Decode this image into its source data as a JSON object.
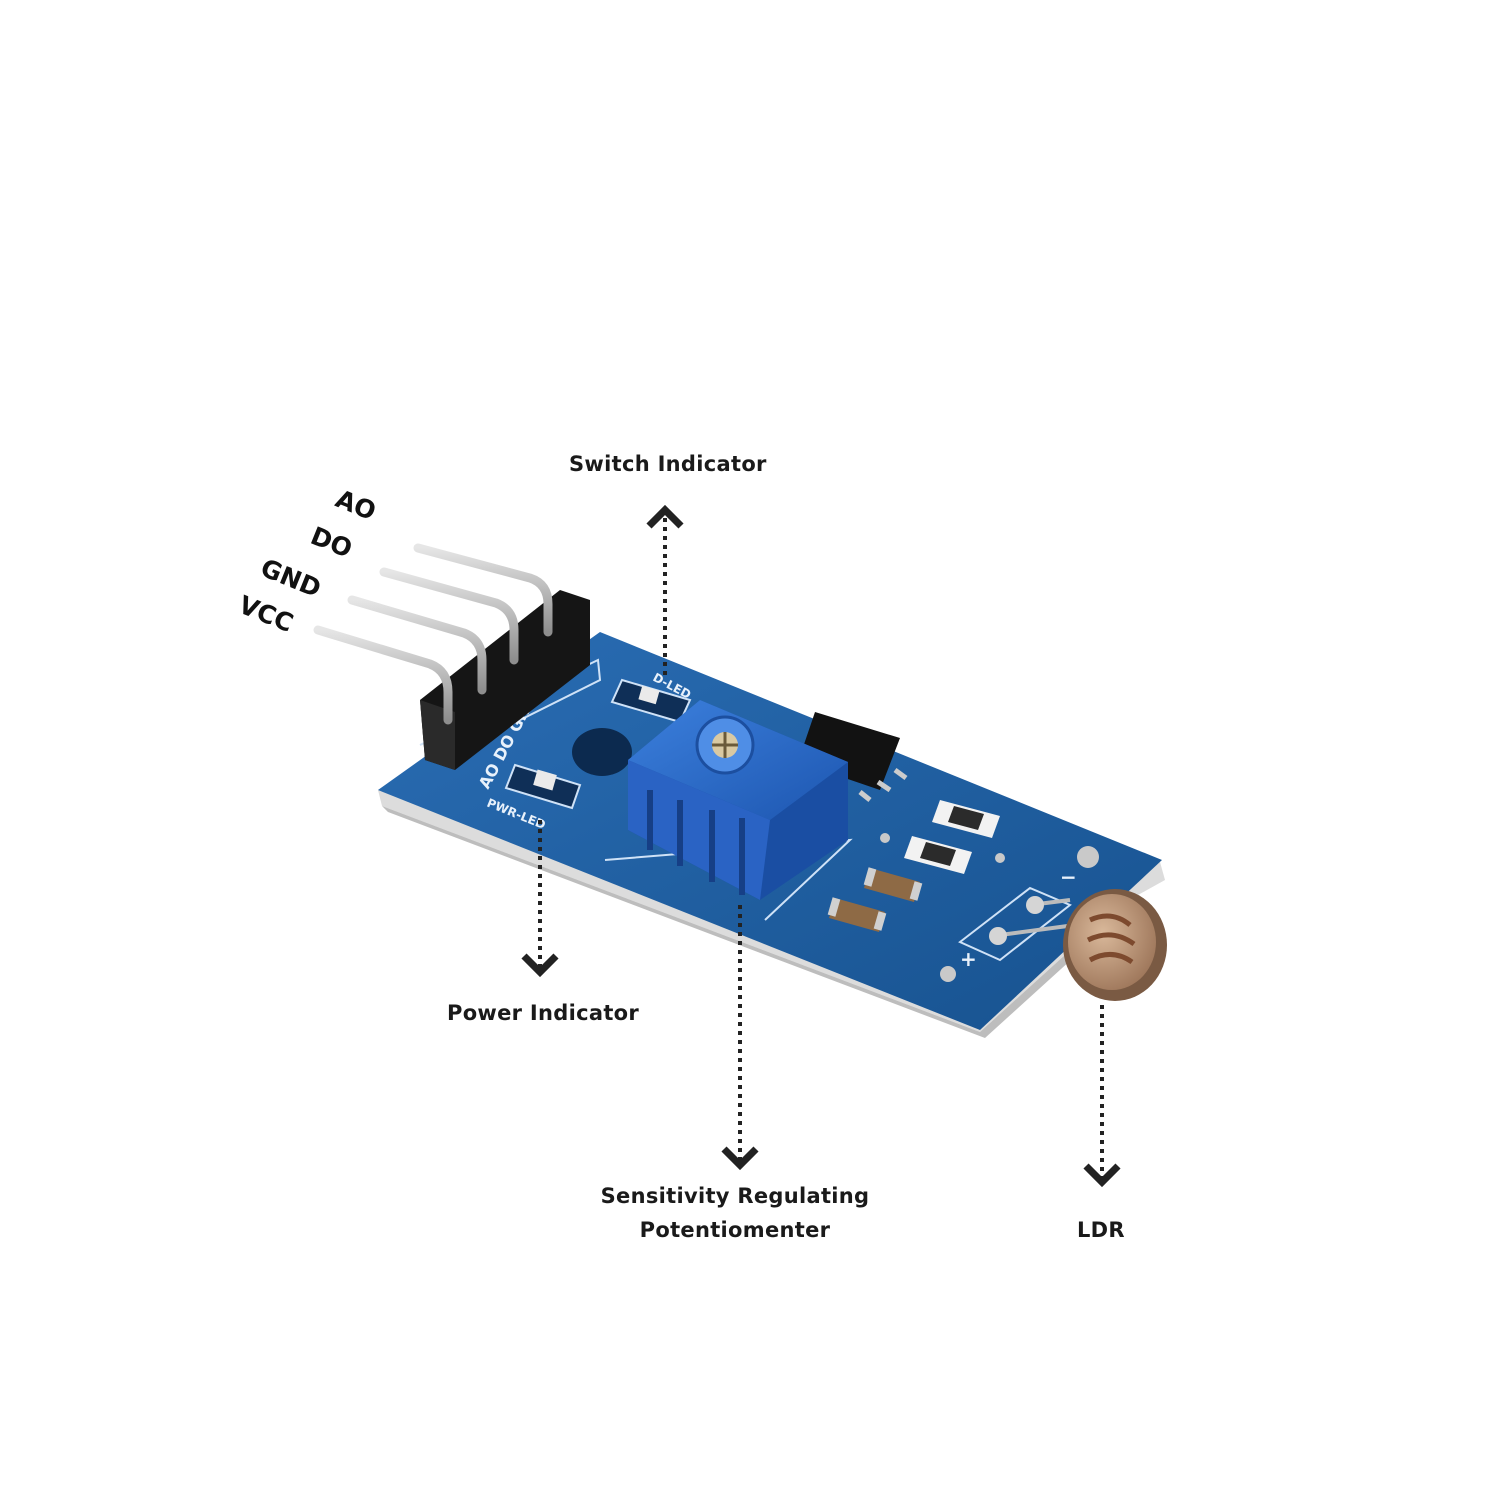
{
  "pins": {
    "ao": "AO",
    "do": "DO",
    "gnd": "GND",
    "vcc": "VCC"
  },
  "callouts": {
    "switch_indicator": "Switch Indicator",
    "power_indicator": "Power Indicator",
    "sensitivity_line1": "Sensitivity Regulating",
    "sensitivity_line2": "Potentiomenter",
    "ldr": "LDR"
  },
  "silkscreen": {
    "pin_row": "AO DO GND VCC",
    "switch_led": "D-LED",
    "power_led": "PWR-LED",
    "plus": "+",
    "minus": "−"
  },
  "colors": {
    "pcb": "#1f5fa6",
    "pcb_dark": "#123f75",
    "pot": "#2f6fd0",
    "header": "#111111",
    "pin": "#b9b9b9"
  }
}
